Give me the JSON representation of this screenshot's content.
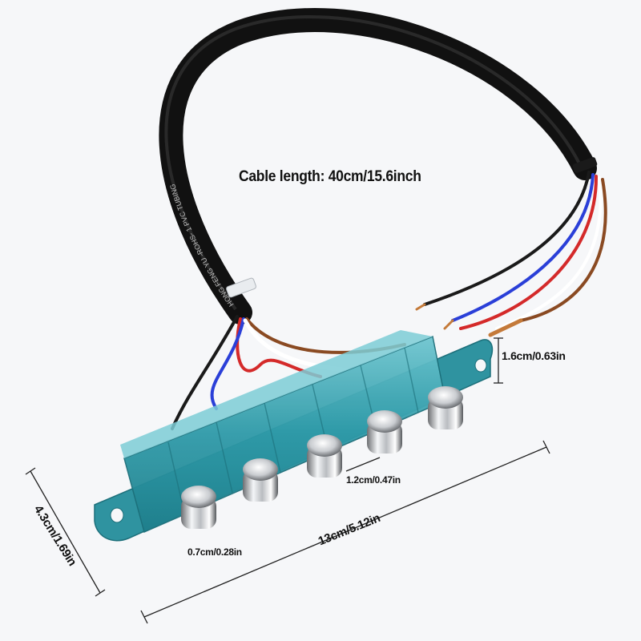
{
  "labels": {
    "cable_length": "Cable length: 40cm/15.6inch",
    "wire_strip_length": "1.6cm/0.63in",
    "button_spacing": "1.2cm/0.47in",
    "button_diameter": "0.7cm/0.28in",
    "panel_length": "13cm/5.12in",
    "panel_height": "4.3cm/1.69in"
  },
  "cable_print": "HONG FENG YU -ROHS- 1 PVC TUBING",
  "button_count": 5,
  "wire_colors": [
    "#1a1a1a",
    "#d42a2a",
    "#2a3fd8",
    "#8a4a22",
    "#ffffff"
  ],
  "panel_color": "#3aa6b4"
}
